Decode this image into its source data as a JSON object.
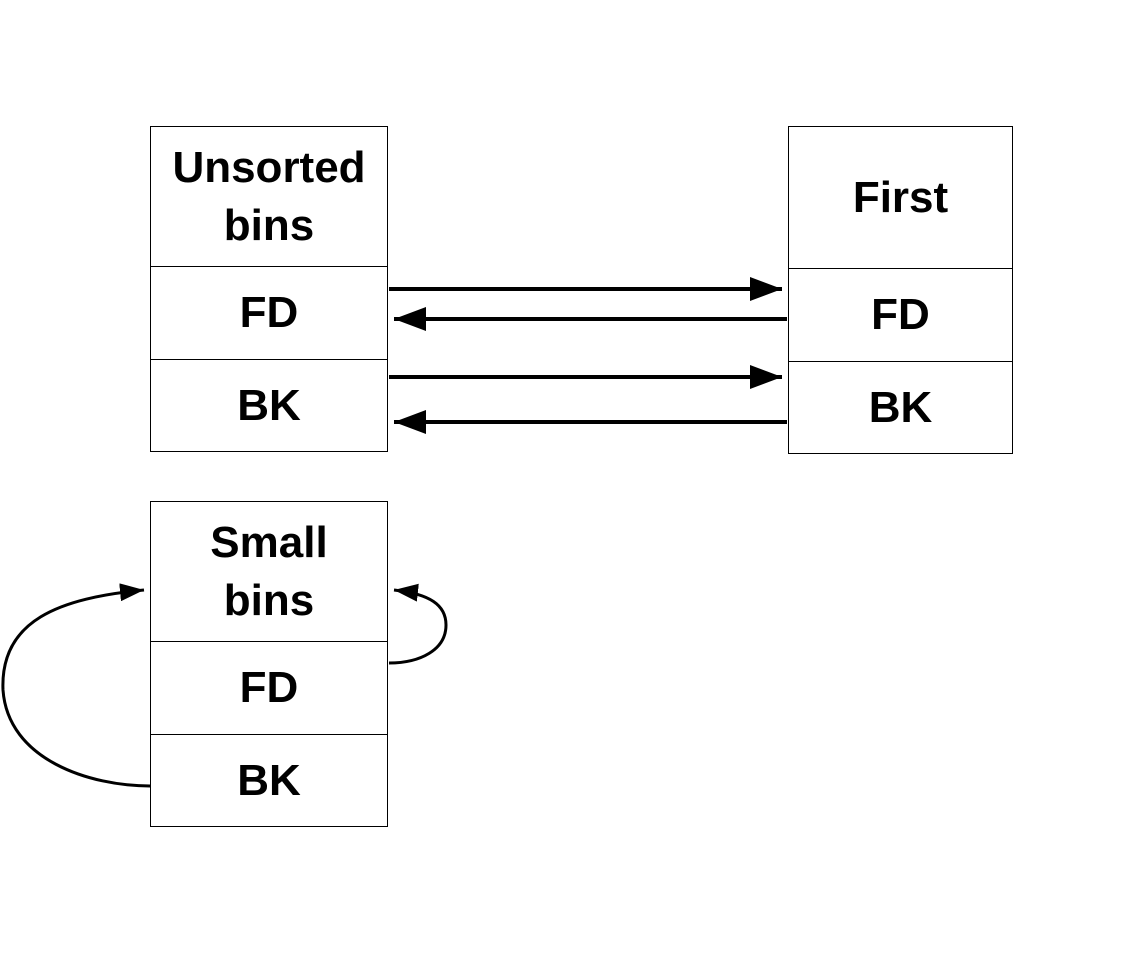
{
  "unsorted_bins": {
    "title": "Unsorted\nbins",
    "fd_label": "FD",
    "bk_label": "BK"
  },
  "first_chunk": {
    "title": "First",
    "fd_label": "FD",
    "bk_label": "BK"
  },
  "small_bins": {
    "title": "Small\nbins",
    "fd_label": "FD",
    "bk_label": "BK"
  },
  "colors": {
    "stroke": "#000000",
    "background": "#ffffff"
  }
}
